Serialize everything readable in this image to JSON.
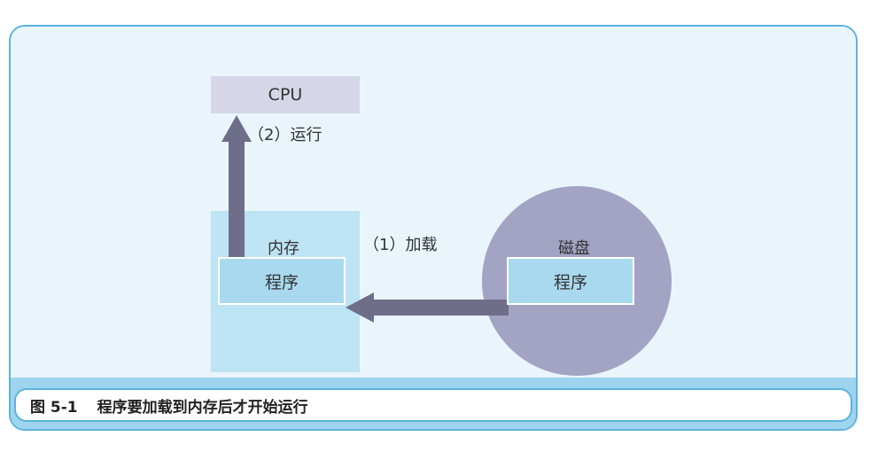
{
  "diagram": {
    "cpu_label": "CPU",
    "memory_label": "内存",
    "disk_label": "磁盘",
    "program_in_memory_label": "程序",
    "program_on_disk_label": "程序",
    "step_load_label": "（1）加载",
    "step_run_label": "（2）运行"
  },
  "caption": {
    "number": "图 5-1",
    "text": "程序要加载到内存后才开始运行"
  },
  "colors": {
    "frame_border": "#5bb3df",
    "caption_band": "#9fd4ee",
    "memory_fill": "#bde4f4",
    "program_fill": "#a9d9ef",
    "disk_fill": "#a3a3c4",
    "cpu_fill": "#d6d6e8",
    "arrow_color": "#6e6e8a"
  }
}
